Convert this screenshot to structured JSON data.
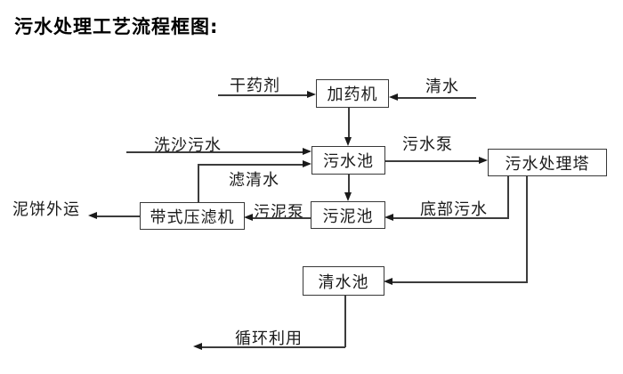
{
  "title": "污水处理工艺流程框图:",
  "boxes": {
    "dosing_machine": "加药机",
    "sewage_pool": "污水池",
    "treatment_tower": "污水处理塔",
    "sludge_pool": "污泥池",
    "belt_filter_press": "带式压滤机",
    "clean_water_pool": "清水池"
  },
  "flow_labels": {
    "dry_chemical": "干药剂",
    "clean_water": "清水",
    "sand_washing_sewage": "洗沙污水",
    "sewage_pump": "污水泵",
    "filtered_water": "滤清水",
    "sludge_pump": "污泥泵",
    "bottom_sewage": "底部污水",
    "mud_cake_out": "泥饼外运",
    "recycle_use": "循环利用"
  },
  "colors": {
    "background": "#ffffff",
    "line": "#3c3c3c",
    "text": "#1a1a1a"
  }
}
